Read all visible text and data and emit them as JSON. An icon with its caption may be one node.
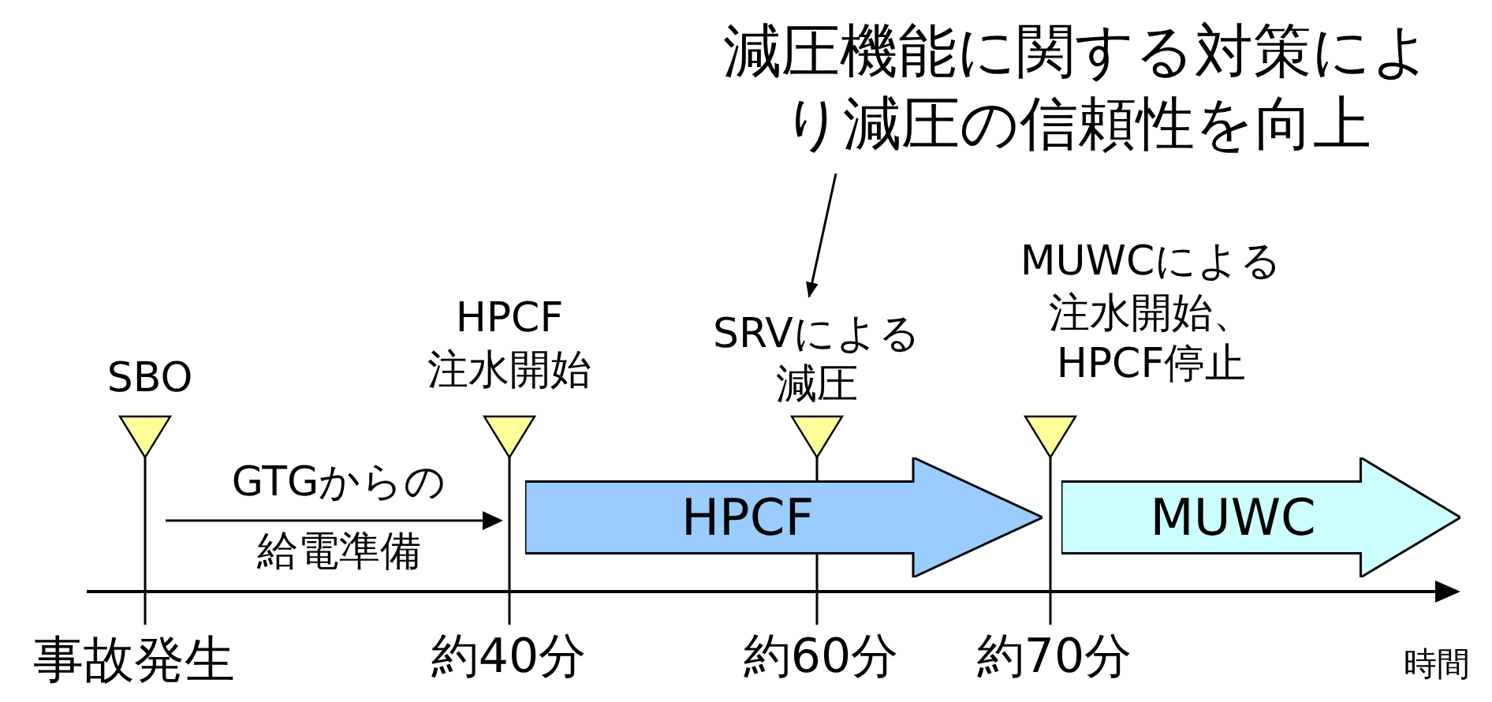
{
  "diagram": {
    "nodes": [
      {
        "text": [
          "減圧機能に関する対策により減圧の信頼性を向上"
        ]
      },
      {
        "text": [
          "SRVによる減圧"
        ]
      },
      {
        "text": [
          "HPCF"
        ]
      },
      {
        "text": [
          "MUWC"
        ]
      }
    ],
    "edges": [
      {
        "from": 0,
        "to": 1,
        "arrow": "to"
      }
    ],
    "labels": [
      "SBO",
      "HPCF 注水開始",
      "MUWCによる注水開始、HPCF停止",
      "GTGからの",
      "給電準備",
      "事故発生",
      "約40分",
      "約60分",
      "約70分",
      "時間"
    ]
  }
}
